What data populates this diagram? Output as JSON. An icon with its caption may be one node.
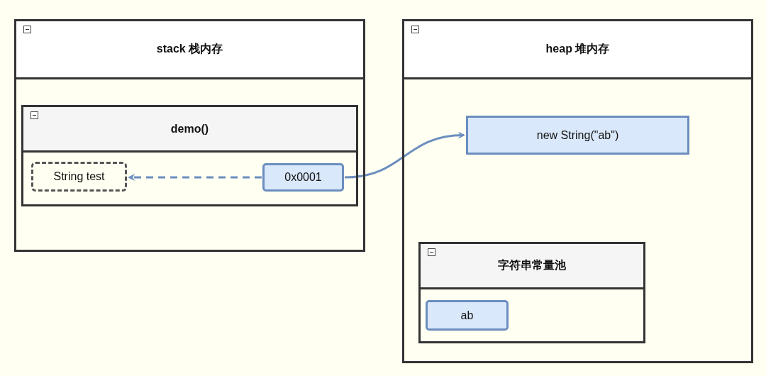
{
  "diagram": {
    "nodes": [
      {
        "text": [
          "stack 栈内存"
        ]
      },
      {
        "text": [
          "demo()"
        ],
        "in": 0
      },
      {
        "text": [
          "String test"
        ],
        "in": 1
      },
      {
        "text": [
          "0x0001"
        ],
        "in": 1
      },
      {
        "text": [
          "heap 堆内存"
        ]
      },
      {
        "text": [
          "new String(\"ab\")"
        ],
        "in": 4
      },
      {
        "text": [
          "字符串常量池"
        ],
        "in": 4
      },
      {
        "text": [
          "ab"
        ],
        "in": 6
      }
    ],
    "edges": [
      {
        "from": 3,
        "to": 2,
        "arrow": "to",
        "style": "dashed"
      },
      {
        "from": 3,
        "to": 5,
        "arrow": "to"
      }
    ]
  }
}
